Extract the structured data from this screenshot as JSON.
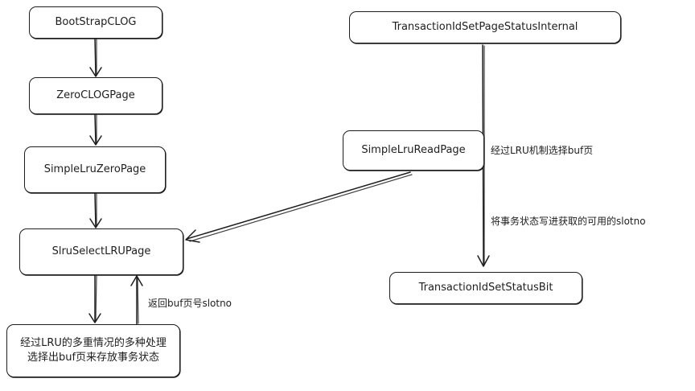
{
  "nodes": {
    "bootstrap_clog": "BootStrapCLOG",
    "zero_clog_page": "ZeroCLOGPage",
    "simple_lru_zero_page": "SimpleLruZeroPage",
    "slru_select_lru_page": "SlruSelectLRUPage",
    "lru_description": "经过LRU的多重情况的多种处理选择出buf页来存放事务状态",
    "transaction_id_set_page_status_internal": "TransactionIdSetPageStatusInternal",
    "simple_lru_read_page": "SimpleLruReadPage",
    "transaction_id_set_status_bit": "TransactionIdSetStatusBit"
  },
  "edge_labels": {
    "return_slotno": "返回buf页号slotno",
    "lru_select_buf": "经过LRU机制选择buf页",
    "write_status": "将事务状态写进获取的可用的slotno"
  }
}
